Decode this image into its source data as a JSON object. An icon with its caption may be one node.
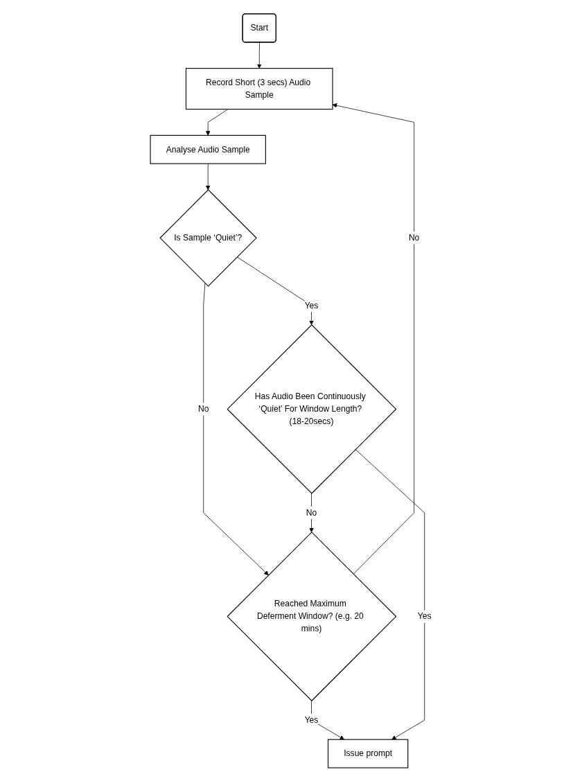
{
  "diagram": {
    "nodes": [
      {
        "text": [
          "Start"
        ]
      },
      {
        "text": [
          "Record Short (3 secs) Audio Sample"
        ]
      },
      {
        "text": [
          "Analyse Audio Sample"
        ]
      },
      {
        "text": [
          "Is Sample ‘Quiet’?"
        ]
      },
      {
        "text": [
          "Has Audio Been Continuously ‘Quiet’ For Window Length? (18-20secs)"
        ]
      },
      {
        "text": [
          "Reached Maximum Deferment Window? (e.g. 20 mins)"
        ]
      },
      {
        "text": [
          "Issue prompt"
        ]
      }
    ],
    "edges": [
      {
        "from": 0,
        "to": 1,
        "arrow": "to"
      },
      {
        "from": 1,
        "to": 2,
        "arrow": "to"
      },
      {
        "from": 2,
        "to": 3,
        "arrow": "to"
      },
      {
        "from": 3,
        "to": 4,
        "arrow": "to",
        "label": "Yes"
      },
      {
        "from": 3,
        "to": 5,
        "arrow": "to",
        "label": "No"
      },
      {
        "from": 4,
        "to": 5,
        "arrow": "to",
        "label": "No"
      },
      {
        "from": 5,
        "to": 1,
        "arrow": "to",
        "label": "No"
      },
      {
        "from": 5,
        "to": 6,
        "arrow": "to",
        "label": "Yes"
      },
      {
        "from": 4,
        "to": 6,
        "arrow": "to",
        "label": "Yes"
      }
    ]
  }
}
